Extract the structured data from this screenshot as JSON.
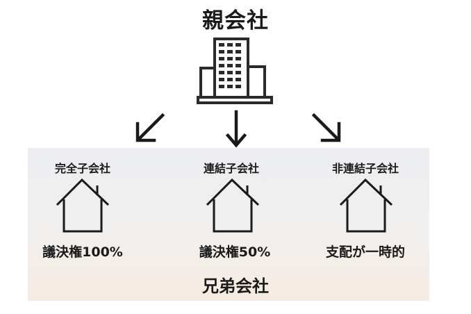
{
  "header": {
    "title": "親会社"
  },
  "companies": [
    {
      "label": "完全子会社",
      "value": "議決権100%"
    },
    {
      "label": "連結子会社",
      "value": "議決権50%"
    },
    {
      "label": "非連結子会社",
      "value": "支配が一時的"
    }
  ],
  "footer": {
    "label": "兄弟会社"
  },
  "icons": {
    "parent": "office-building-icon",
    "child": "house-icon",
    "arrow": "arrow-icon"
  }
}
